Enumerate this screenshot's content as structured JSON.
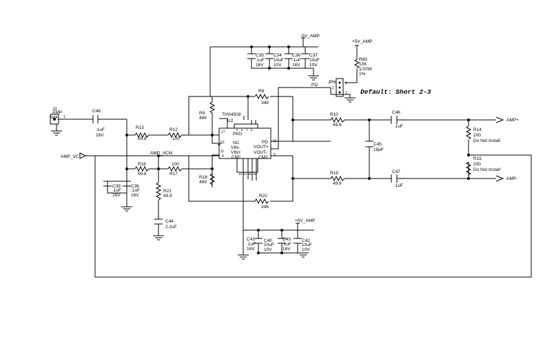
{
  "schematic": {
    "nets": {
      "neg5v_amp": "-5V_AMP",
      "pos5v_amp_top": "+5V_AMP",
      "pos5v_amp_bottom": "+5V_AMP",
      "amp_vc": "AMP_VC",
      "amp_vcm": "AMP_VCM",
      "pd": "PD",
      "amp_plus": "AMP+",
      "amp_minus": "AMP-"
    },
    "note": "Default: Short 2-3",
    "ic": {
      "part": "THS4509",
      "ref": "U2",
      "pins": {
        "pad": "PAD",
        "nc": "NC",
        "vin_minus": "VIN-",
        "vin_plus": "VIN+",
        "cm1": "CM1",
        "vout_plus": "VOUT+",
        "vout_minus": "VOUT-",
        "pd": "PD",
        "cm2": "CM2"
      },
      "pin_numbers": {
        "p17": "17",
        "p10": "10",
        "p11": "11",
        "p4": "4",
        "p12": "12",
        "p9": "9",
        "top": [
          "5",
          "6",
          "7",
          "8"
        ],
        "bottom": [
          "13",
          "14",
          "15",
          "16"
        ]
      }
    },
    "connector": {
      "ref": "J2",
      "type": "AMP",
      "body": "SMA",
      "pin": "1"
    },
    "jumper": {
      "ref": "JP6",
      "pins": [
        "3",
        "2",
        "1"
      ]
    },
    "parts": {
      "C48": {
        "ref": "C48",
        "value": ".1uF",
        "rating": "16V"
      },
      "R13": {
        "ref": "R13",
        "value": "69.8"
      },
      "R12": {
        "ref": "R12",
        "value": "100"
      },
      "R16": {
        "ref": "R16",
        "value": "69.8"
      },
      "R17": {
        "ref": "R17",
        "value": "100"
      },
      "C39": {
        "ref": "C39",
        "value": ".1uF",
        "rating": "16V"
      },
      "C36": {
        "ref": "C36",
        "value": ".1uF",
        "rating": "16V"
      },
      "R21": {
        "ref": "R21",
        "value": "49.9"
      },
      "C44": {
        "ref": "C44",
        "value": "2.2uF"
      },
      "R9": {
        "ref": "R9",
        "value": "499"
      },
      "R18": {
        "ref": "R18",
        "value": "499"
      },
      "R8": {
        "ref": "R8",
        "value": "348"
      },
      "R22": {
        "ref": "R22",
        "value": "348"
      },
      "C35": {
        "ref": "C35",
        "value": ".1uF",
        "rating": "16V"
      },
      "C34": {
        "ref": "C34",
        "value": "10uF",
        "rating": "10V"
      },
      "C38": {
        "ref": "C38",
        "value": ".1uF",
        "rating": "16V"
      },
      "C37": {
        "ref": "C37",
        "value": "10uF",
        "rating": "10V"
      },
      "C41": {
        "ref": "C41",
        "value": ".1uF",
        "rating": "16V"
      },
      "C40": {
        "ref": "C40",
        "value": "10uF",
        "rating": "10V"
      },
      "C43": {
        "ref": "C43",
        "value": ".1uF",
        "rating": "16V"
      },
      "C42": {
        "ref": "C42",
        "value": "10uF",
        "rating": "10V"
      },
      "R83": {
        "ref": "R83",
        "value": "10K",
        "power": "1/10W",
        "tol": "1%"
      },
      "R10": {
        "ref": "R10",
        "value": "49.9"
      },
      "R19": {
        "ref": "R19",
        "value": "49.9"
      },
      "C45": {
        "ref": "C45",
        "value": "18pF"
      },
      "C46": {
        "ref": "C46",
        "value": ".1uF"
      },
      "C47": {
        "ref": "C47",
        "value": ".1uF"
      },
      "R14": {
        "ref": "R14",
        "value": "200",
        "note": "Do Not Install"
      },
      "R15": {
        "ref": "R15",
        "value": "200",
        "note": "Do Not Install"
      }
    }
  }
}
